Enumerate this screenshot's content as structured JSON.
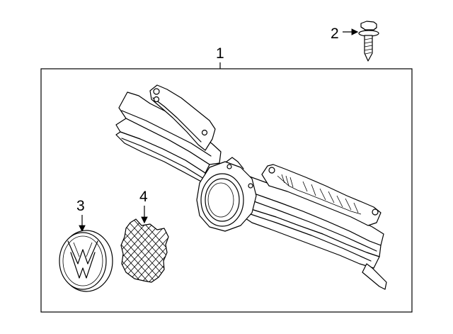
{
  "callouts": {
    "c1": "1",
    "c2": "2",
    "c3": "3",
    "c4": "4"
  },
  "parts": [
    {
      "number": "1",
      "icon": "grille-assembly-icon"
    },
    {
      "number": "2",
      "icon": "screw-icon"
    },
    {
      "number": "3",
      "icon": "emblem-icon"
    },
    {
      "number": "4",
      "icon": "mesh-insert-icon"
    }
  ],
  "colors": {
    "line": "#000000",
    "background": "#ffffff"
  }
}
